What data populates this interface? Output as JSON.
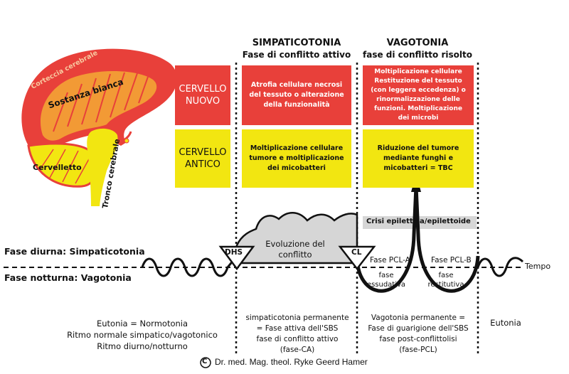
{
  "headers": {
    "sympathicotonia_title": "SIMPATICOTONIA",
    "sympathicotonia_sub": "Fase di conflitto attivo",
    "vagotonia_title": "VAGOTONIA",
    "vagotonia_sub": "fase di conflitto risolto"
  },
  "brain_labels": {
    "cortex": "Corteccia  cerebrale",
    "white_matter": "Sostanza  bianca",
    "cerebellum": "Cervelletto",
    "brainstem": "Tronco cerebrale"
  },
  "rows": {
    "new_brain": "CERVELLO NUOVO",
    "old_brain": "CERVELLO ANTICO"
  },
  "cells": {
    "new_active": "Atrofia cellulare necrosi del tessuto o alterazione della funzionalità",
    "new_resolved": "Moltiplicazione cellulare Restituzione del tessuto (con leggera eccedenza) o rinormalizzazione delle funzioni. Moltiplicazione dei microbi",
    "old_active": "Moltiplicazione cellulare tumore e moltiplicazione dei micobatteri",
    "old_resolved": "Riduzione del tumore mediante funghi e micobatteri = TBC"
  },
  "curve": {
    "crisis": "Crisi epilettica/epilettoide",
    "evolution": "Evoluzione del conflitto",
    "dhs": "DHS",
    "cl": "CL",
    "pcl_a": "Fase PCL-A",
    "pcl_b": "Fase PCL-B",
    "exudative": "fase essudativa",
    "restitutive": "fase restitutiva",
    "time": "Tempo"
  },
  "axis_labels": {
    "day": "Fase diurna: Simpaticotonia",
    "night": "Fase notturna: Vagotonia"
  },
  "bottom": {
    "left": "Eutonia = Normotonia\nRitmo normale simpatico/vagotonico\nRitmo diurno/notturno",
    "middle": "simpaticotonia permanente\n= Fase attiva dell'SBS\nfase di conflitto attivo\n(fase-CA)",
    "right": "Vagotonia permanente =\nFase di guarigione dell'SBS\nfase post-conflittolisi\n(fase-PCL)",
    "far_right": "Eutonia"
  },
  "copyright": {
    "symbol": "C",
    "text": "Dr. med. Mag. theol. Ryke Geerd Hamer"
  },
  "colors": {
    "red": "#e8403a",
    "yellow": "#f2e611",
    "orange": "#f29a35",
    "gray": "#d6d6d6"
  }
}
